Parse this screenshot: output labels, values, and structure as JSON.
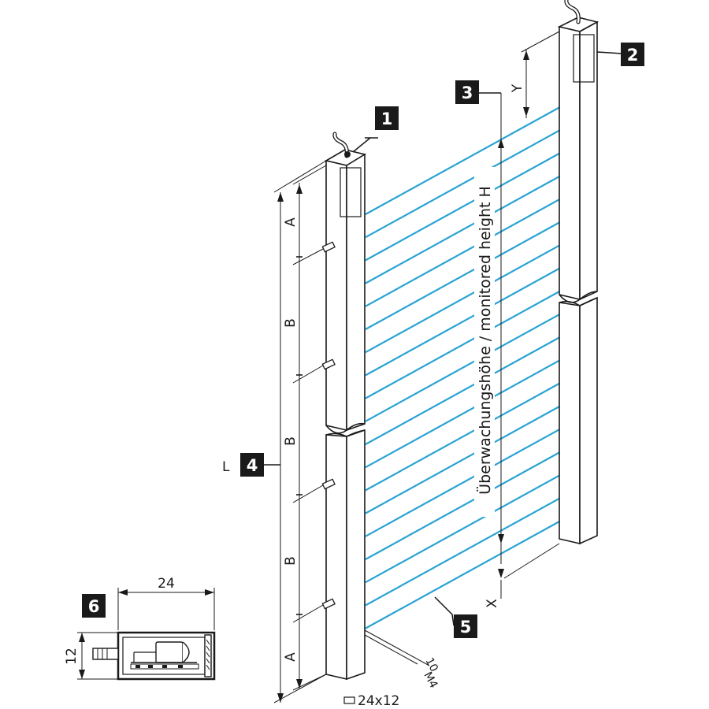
{
  "callouts": {
    "c1": "1",
    "c2": "2",
    "c3": "3",
    "c4": "4",
    "c5": "5",
    "c6": "6"
  },
  "dimensions": {
    "a_top": "A",
    "b_first": "B",
    "b_second": "B",
    "b_third": "B",
    "a_bottom": "A",
    "y": "Y",
    "x": "X",
    "l": "L",
    "width_24": "24",
    "height_12": "12",
    "dim_10": "10",
    "m4": "M4",
    "section": "24x12"
  },
  "monitored_height_label": "Überwachungshöhe / monitored height H",
  "colors": {
    "beam": "#29a3d4",
    "line": "#1a1a1a",
    "callout_bg": "#1a1a1a"
  }
}
